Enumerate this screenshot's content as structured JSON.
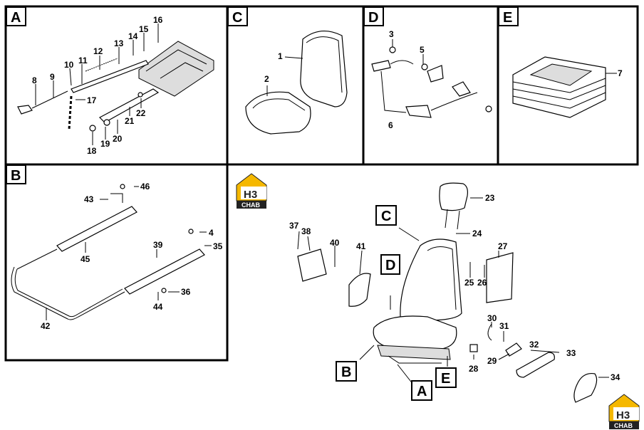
{
  "panels": {
    "A": "A",
    "B": "B",
    "C": "C",
    "D": "D",
    "E": "E"
  },
  "logo": {
    "top": "H3",
    "bottom": "CHAB"
  },
  "main_labels": {
    "C": "C",
    "D": "D",
    "B": "B",
    "A": "A",
    "E": "E"
  },
  "callouts": {
    "n1": "1",
    "n2": "2",
    "n3": "3",
    "n4": "4",
    "n5": "5",
    "n6": "6",
    "n7": "7",
    "n8": "8",
    "n9": "9",
    "n10": "10",
    "n11": "11",
    "n12": "12",
    "n13": "13",
    "n14": "14",
    "n15": "15",
    "n16": "16",
    "n17": "17",
    "n18": "18",
    "n19": "19",
    "n20": "20",
    "n21": "21",
    "n22": "22",
    "n23": "23",
    "n24": "24",
    "n25": "25",
    "n26": "26",
    "n27": "27",
    "n28": "28",
    "n29": "29",
    "n30": "30",
    "n31": "31",
    "n32": "32",
    "n33": "33",
    "n34": "34",
    "n35": "35",
    "n36": "36",
    "n37": "37",
    "n38": "38",
    "n39": "39",
    "n40": "40",
    "n41": "41",
    "n42": "42",
    "n43": "43",
    "n44": "44",
    "n45": "45",
    "n46": "46"
  },
  "colors": {
    "logo_yellow": "#f5b800",
    "logo_dark": "#222222"
  }
}
